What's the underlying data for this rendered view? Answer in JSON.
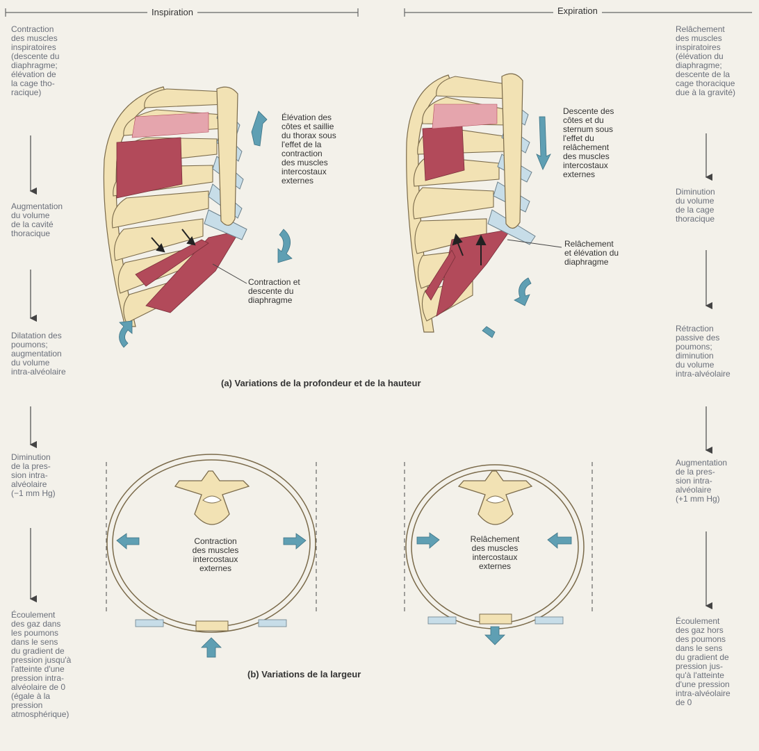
{
  "headers": {
    "inspiration": "Inspiration",
    "expiration": "Expiration"
  },
  "left_steps": [
    "Contraction\ndes muscles\ninspiratoires\n(descente du\ndiaphragme;\nélévation de\nla cage tho-\nracique)",
    "Augmentation\ndu volume\nde la cavité\nthoracique",
    "Dilatation des\npoumons;\naugmentation\ndu volume\nintra-alvéolaire",
    "Diminution\nde la pres-\nsion intra-\nalvéolaire\n(−1 mm Hg)",
    "Écoulement\ndes gaz dans\nles poumons\ndans le sens\ndu gradient de\npression jusqu'à\nl'atteinte d'une\npression intra-\nalvéolaire de 0\n(égale à la\npression\natmosphérique)"
  ],
  "right_steps": [
    "Relâchement\ndes muscles\ninspiratoires\n(élévation du\ndiaphragme;\ndescente de la\ncage thoracique\ndue à la gravité)",
    "Diminution\ndu volume\nde la cage\nthoracique",
    "Rétraction\npassive des\npoumons;\ndiminution\ndu volume\nintra-alvéolaire",
    "Augmentation\nde la pres-\nsion intra-\nalvéolaire\n(+1 mm Hg)",
    "Écoulement\ndes gaz hors\ndes poumons\ndans le sens\ndu gradient de\npression jus-\nqu'à l'atteinte\nd'une pression\nintra-alvéolaire\nde 0"
  ],
  "annotations": {
    "insp_ribs": "Élévation des\ncôtes et saillie\ndu thorax sous\nl'effet de la\ncontraction\ndes muscles\nintercostaux\nexternes",
    "insp_diaphragm": "Contraction et\ndescente du\ndiaphragme",
    "exp_ribs": "Descente des\ncôtes et du\nsternum sous\nl'effet du\nrelâchement\ndes muscles\nintercostaux\nexternes",
    "exp_diaphragm": "Relâchement\net élévation du\ndiaphragme",
    "insp_width": "Contraction\ndes muscles\nintercostaux\nexternes",
    "exp_width": "Relâchement\ndes muscles\nintercostaux\nexternes"
  },
  "captions": {
    "a": "(a)  Variations de la profondeur et de la hauteur",
    "b": "(b)  Variations de la largeur"
  },
  "colors": {
    "bone": "#f2e2b4",
    "cartilage": "#c7dde8",
    "muscle": "#b24a5a",
    "muscle_light": "#e5a5ad",
    "arrow": "#5f9fb3",
    "line": "#555555"
  }
}
